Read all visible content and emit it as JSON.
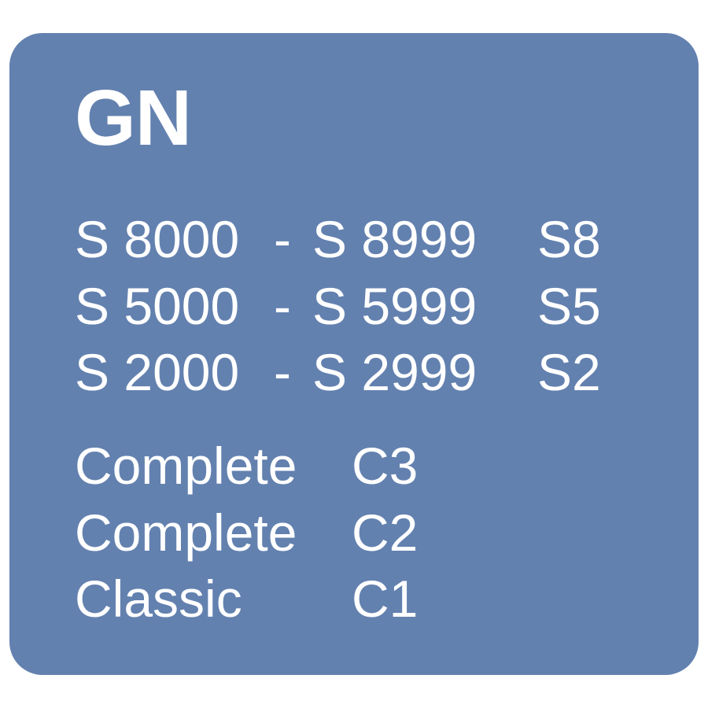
{
  "title": "GN",
  "series_ranges": [
    {
      "from": "S 8000",
      "separator": "-",
      "to": "S 8999",
      "code": "S8"
    },
    {
      "from": "S 5000",
      "separator": "-",
      "to": "S 5999",
      "code": "S5"
    },
    {
      "from": "S 2000",
      "separator": "-",
      "to": "S 2999",
      "code": "S2"
    }
  ],
  "products": [
    {
      "name": "Complete",
      "code": "C3"
    },
    {
      "name": "Complete",
      "code": "C2"
    },
    {
      "name": "Classic",
      "code": "C1"
    }
  ],
  "colors": {
    "card_background": "#6381af",
    "text": "#ffffff",
    "page_background": "#ffffff"
  }
}
